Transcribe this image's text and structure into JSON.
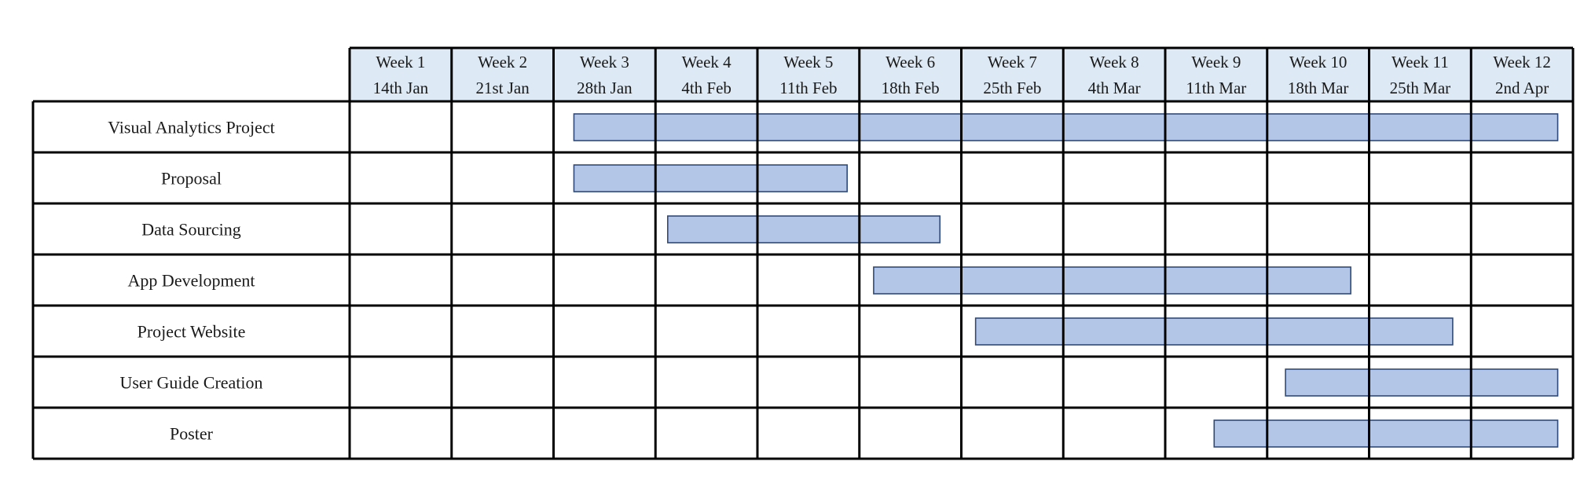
{
  "colors": {
    "header_fill": "#dde9f4",
    "bar_fill": "#b4c6e7",
    "bar_stroke": "#2f4a7a",
    "grid": "#000000"
  },
  "chart_data": {
    "type": "bar",
    "weeks": [
      {
        "week": "Week 1",
        "date": "14th Jan"
      },
      {
        "week": "Week 2",
        "date": "21st Jan"
      },
      {
        "week": "Week 3",
        "date": "28th Jan"
      },
      {
        "week": "Week 4",
        "date": "4th Feb"
      },
      {
        "week": "Week 5",
        "date": "11th Feb"
      },
      {
        "week": "Week 6",
        "date": "18th Feb"
      },
      {
        "week": "Week 7",
        "date": "25th Feb"
      },
      {
        "week": "Week 8",
        "date": "4th Mar"
      },
      {
        "week": "Week 9",
        "date": "11th Mar"
      },
      {
        "week": "Week 10",
        "date": "18th Mar"
      },
      {
        "week": "Week 11",
        "date": "25th Mar"
      },
      {
        "week": "Week 12",
        "date": "2nd Apr"
      }
    ],
    "tasks": [
      {
        "name": "Visual Analytics Project",
        "start_week": 3.2,
        "end_week": 12.85
      },
      {
        "name": "Proposal",
        "start_week": 3.2,
        "end_week": 5.88
      },
      {
        "name": "Data Sourcing",
        "start_week": 4.12,
        "end_week": 6.79
      },
      {
        "name": "App Development",
        "start_week": 6.14,
        "end_week": 10.82
      },
      {
        "name": "Project Website",
        "start_week": 7.14,
        "end_week": 11.82
      },
      {
        "name": "User Guide Creation",
        "start_week": 10.18,
        "end_week": 12.85
      },
      {
        "name": "Poster",
        "start_week": 9.48,
        "end_week": 12.85
      }
    ]
  }
}
